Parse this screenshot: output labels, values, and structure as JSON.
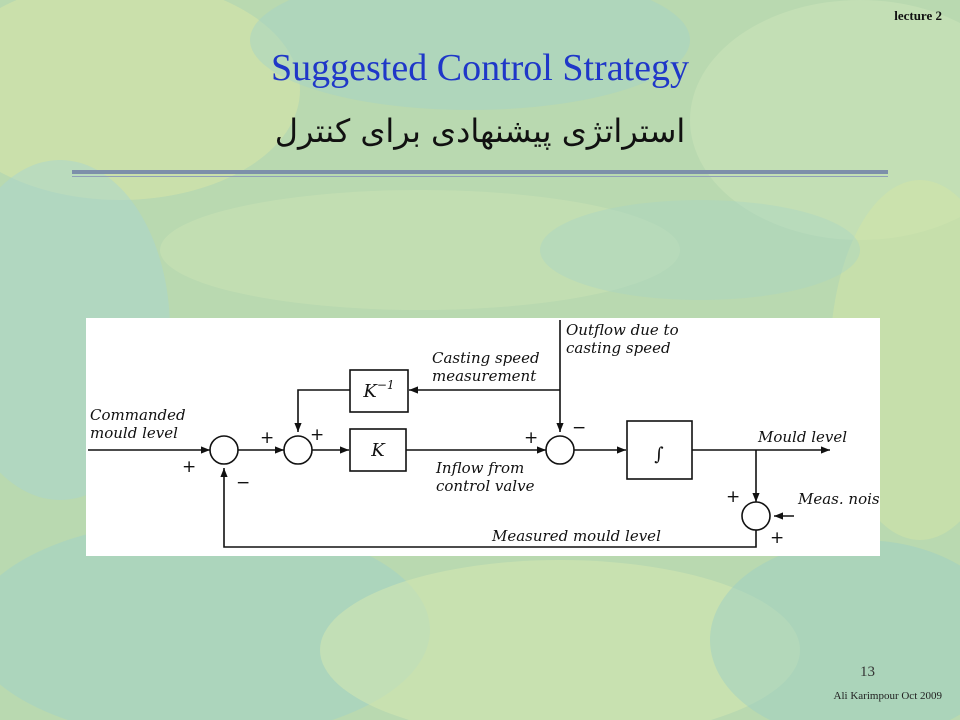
{
  "header": {
    "lecture": "lecture 2"
  },
  "title": "Suggested Control Strategy",
  "subtitle_fa": "استراتژی پیشنهادی برای کنترل",
  "diagram": {
    "labels": {
      "commanded_line1": "Commanded",
      "commanded_line2": "mould level",
      "outflow_line1": "Outflow due to",
      "outflow_line2": "casting speed",
      "casting_line1": "Casting speed",
      "casting_line2": "measurement",
      "inflow_line1": "Inflow from",
      "inflow_line2": "control valve",
      "mould_level": "Mould level",
      "meas_noise": "Meas. noise",
      "measured_mould_level": "Measured mould level"
    },
    "blocks": {
      "k_inverse": "K",
      "k_inverse_exp": "−1",
      "k": "K",
      "integrator": "∫"
    },
    "signs": {
      "s1_in": "+",
      "s1_fb": "−",
      "s2_in": "+",
      "s2_ff": "+",
      "s3_in": "+",
      "s3_dist": "−",
      "s4_in": "+",
      "s4_noise": "+"
    }
  },
  "footer": {
    "page_number": "13",
    "author": "Ali Karimpour Oct 2009"
  },
  "colors": {
    "title": "#1f37c8",
    "background": "#b9d9b0"
  }
}
